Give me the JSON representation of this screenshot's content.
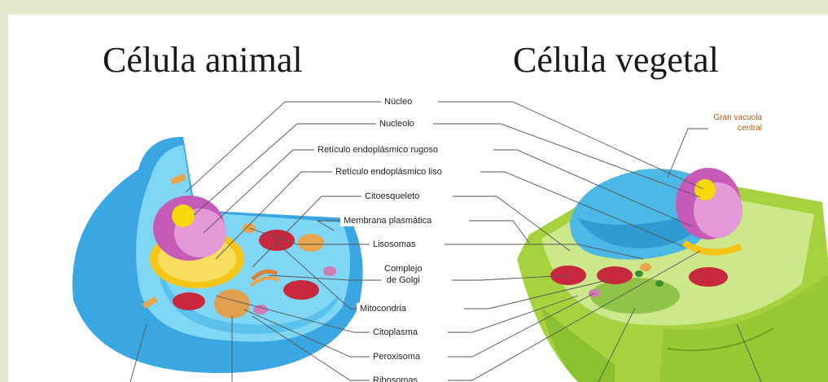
{
  "titles": {
    "animal": "Célula animal",
    "plant": "Célula vegetal"
  },
  "labels": {
    "nucleo": "Núcleo",
    "nucleolo": "Nucleolo",
    "rer": "Retículo endoplásmico rugoso",
    "rel": "Retículo endoplásmico liso",
    "citoesqueleto": "Citoesqueleto",
    "membrana": "Membrana plasmática",
    "lisosomas": "Lisosomas",
    "golgi_1": "Complejo",
    "golgi_2": "de Golgi",
    "mitocondria": "Mitocondria",
    "citoplasma": "Citoplasma",
    "peroxisoma": "Peroxisoma",
    "ribosomas": "Ribosomas",
    "vacuola_1": "Gran vacuola",
    "vacuola_2": "central"
  },
  "colors": {
    "page_border": "#e7e9cf",
    "animal_cell": "#3aa7e3",
    "animal_cytoplasm": "#7fd6f5",
    "nucleus": "#c65bb8",
    "nucleolus": "#f5d90a",
    "plant_wall": "#a6d23f",
    "plant_cytoplasm": "#cde88a",
    "vacuole": "#4cb8e6",
    "mitochondria": "#c7283d",
    "vacuola_label": "#c0560b"
  }
}
